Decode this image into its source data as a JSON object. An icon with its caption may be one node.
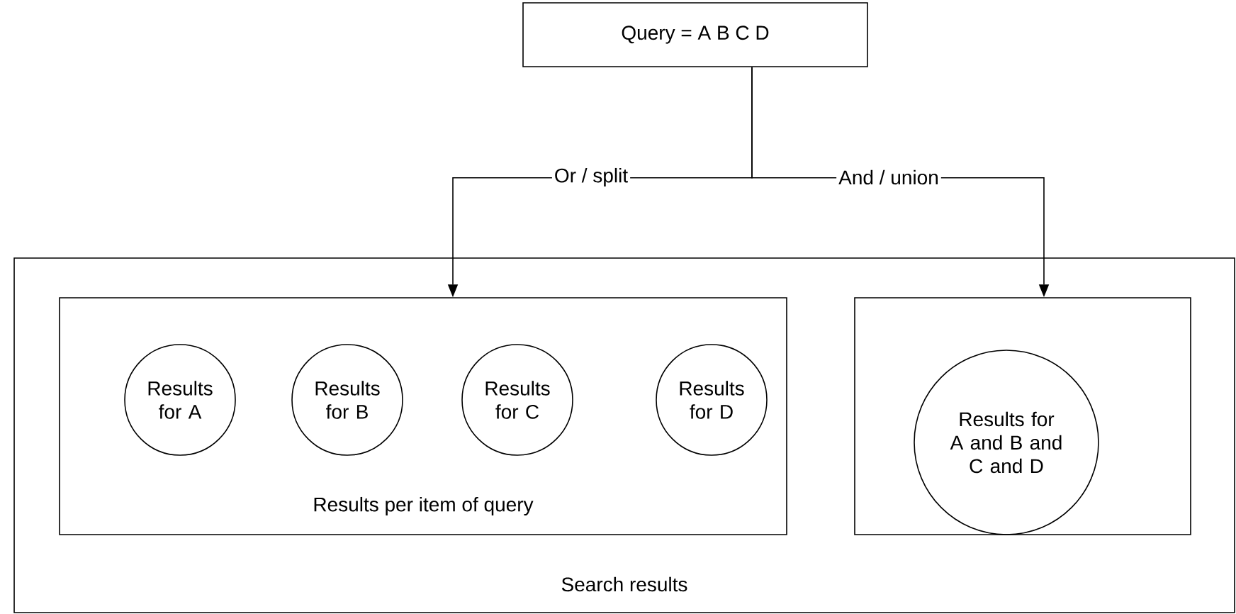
{
  "diagram": {
    "nodes": [
      {
        "text": [
          "Query = A B C D"
        ]
      },
      {
        "text": [
          "Search results"
        ]
      },
      {
        "text": [
          "Results per item of query"
        ],
        "in": 1
      },
      {
        "text": [
          "Results for A"
        ],
        "in": 2
      },
      {
        "text": [
          "Results for B"
        ],
        "in": 2
      },
      {
        "text": [
          "Results for C"
        ],
        "in": 2
      },
      {
        "text": [
          "Results for D"
        ],
        "in": 2
      },
      {
        "text": [],
        "shape": "box",
        "in": 1
      },
      {
        "text": [
          "Results for A and B and C and D"
        ],
        "in": 7
      }
    ],
    "edges": [
      {
        "from": 0,
        "to": 2,
        "arrow": "to",
        "label": "Or / split"
      },
      {
        "from": 0,
        "to": 7,
        "arrow": "to",
        "label": "And / union"
      }
    ]
  }
}
